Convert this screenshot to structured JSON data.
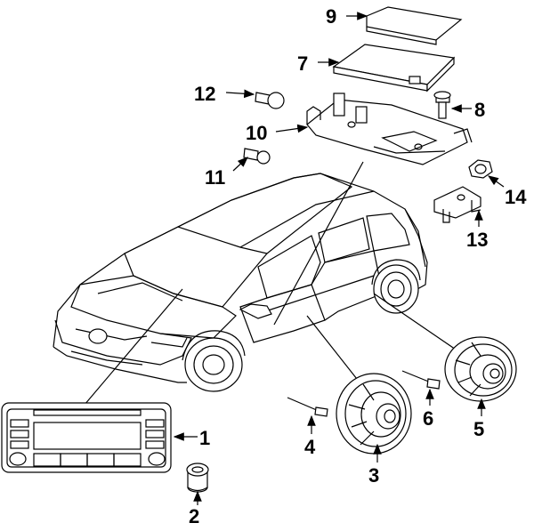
{
  "callouts": [
    {
      "id": "1",
      "label": "1",
      "part": "radio-head-unit"
    },
    {
      "id": "2",
      "label": "2",
      "part": "knob"
    },
    {
      "id": "3",
      "label": "3",
      "part": "front-door-speaker"
    },
    {
      "id": "4",
      "label": "4",
      "part": "front-speaker-screw"
    },
    {
      "id": "5",
      "label": "5",
      "part": "rear-door-speaker"
    },
    {
      "id": "6",
      "label": "6",
      "part": "rear-speaker-screw"
    },
    {
      "id": "7",
      "label": "7",
      "part": "amplifier-module"
    },
    {
      "id": "8",
      "label": "8",
      "part": "bolt"
    },
    {
      "id": "9",
      "label": "9",
      "part": "cover"
    },
    {
      "id": "10",
      "label": "10",
      "part": "mounting-bracket"
    },
    {
      "id": "11",
      "label": "11",
      "part": "screw"
    },
    {
      "id": "12",
      "label": "12",
      "part": "screw"
    },
    {
      "id": "13",
      "label": "13",
      "part": "bracket"
    },
    {
      "id": "14",
      "label": "14",
      "part": "nut"
    }
  ]
}
